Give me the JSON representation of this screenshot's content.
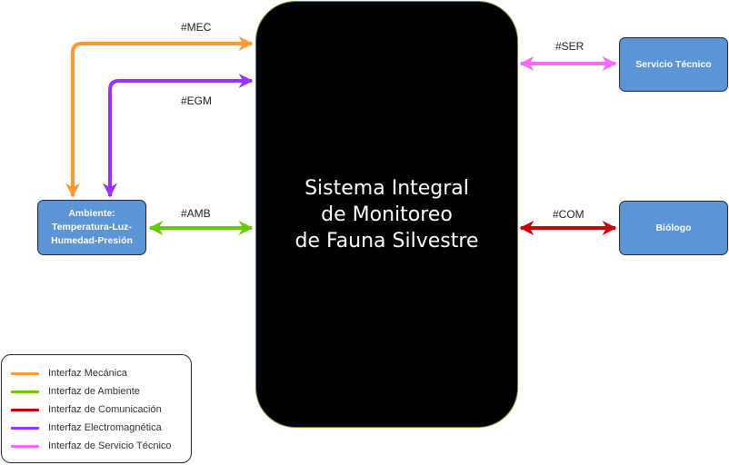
{
  "main_system": {
    "title": "Sistema Integral\nde Monitoreo\nde Fauna Silvestre"
  },
  "nodes": {
    "ambiente": "Ambiente:\nTemperatura-Luz-\nHumedad-Presión",
    "servicio_tecnico": "Servicio Técnico",
    "biologo": "Biólogo"
  },
  "interfaces": {
    "mec": "#MEC",
    "egm": "#EGM",
    "amb": "#AMB",
    "ser": "#SER",
    "com": "#COM"
  },
  "colors": {
    "mecanica": "#ff9933",
    "ambiente": "#66cc00",
    "comunicacion": "#cc0000",
    "electromagnetica": "#9933ff",
    "servicio": "#ff66ff",
    "node_fill": "#5b95d6"
  },
  "legend": [
    {
      "label": "Interfaz Mecánica",
      "color": "#ff9933"
    },
    {
      "label": "Interfaz de Ambiente",
      "color": "#66cc00"
    },
    {
      "label": "Interfaz de Comunicación",
      "color": "#cc0000"
    },
    {
      "label": "Interfaz Electromagnética",
      "color": "#9933ff"
    },
    {
      "label": "Interfaz de Servicio Técnico",
      "color": "#ff66ff"
    }
  ]
}
